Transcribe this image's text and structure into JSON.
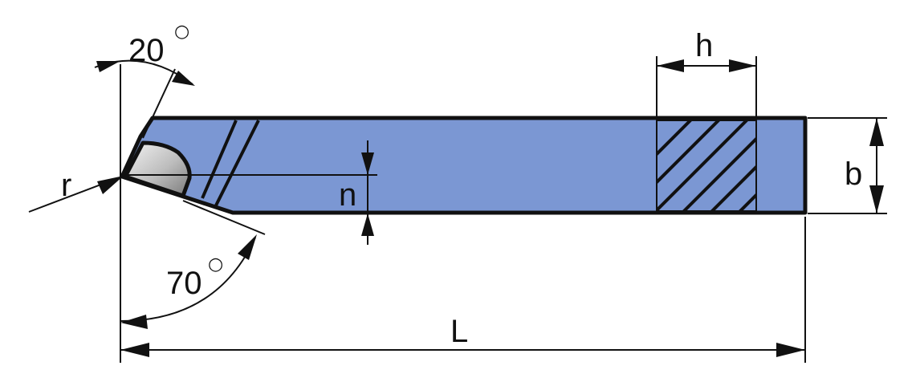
{
  "colors": {
    "body_fill": "#7b97d3",
    "outline": "#111111",
    "tip_light": "#f2f2f2",
    "tip_dark": "#8a8a8a"
  },
  "labels": {
    "angle_top": "20",
    "angle_bottom": "70",
    "degree_symbol": "○",
    "radius": "r",
    "tip_height": "n",
    "section_width": "h",
    "body_height": "b",
    "length": "L"
  }
}
